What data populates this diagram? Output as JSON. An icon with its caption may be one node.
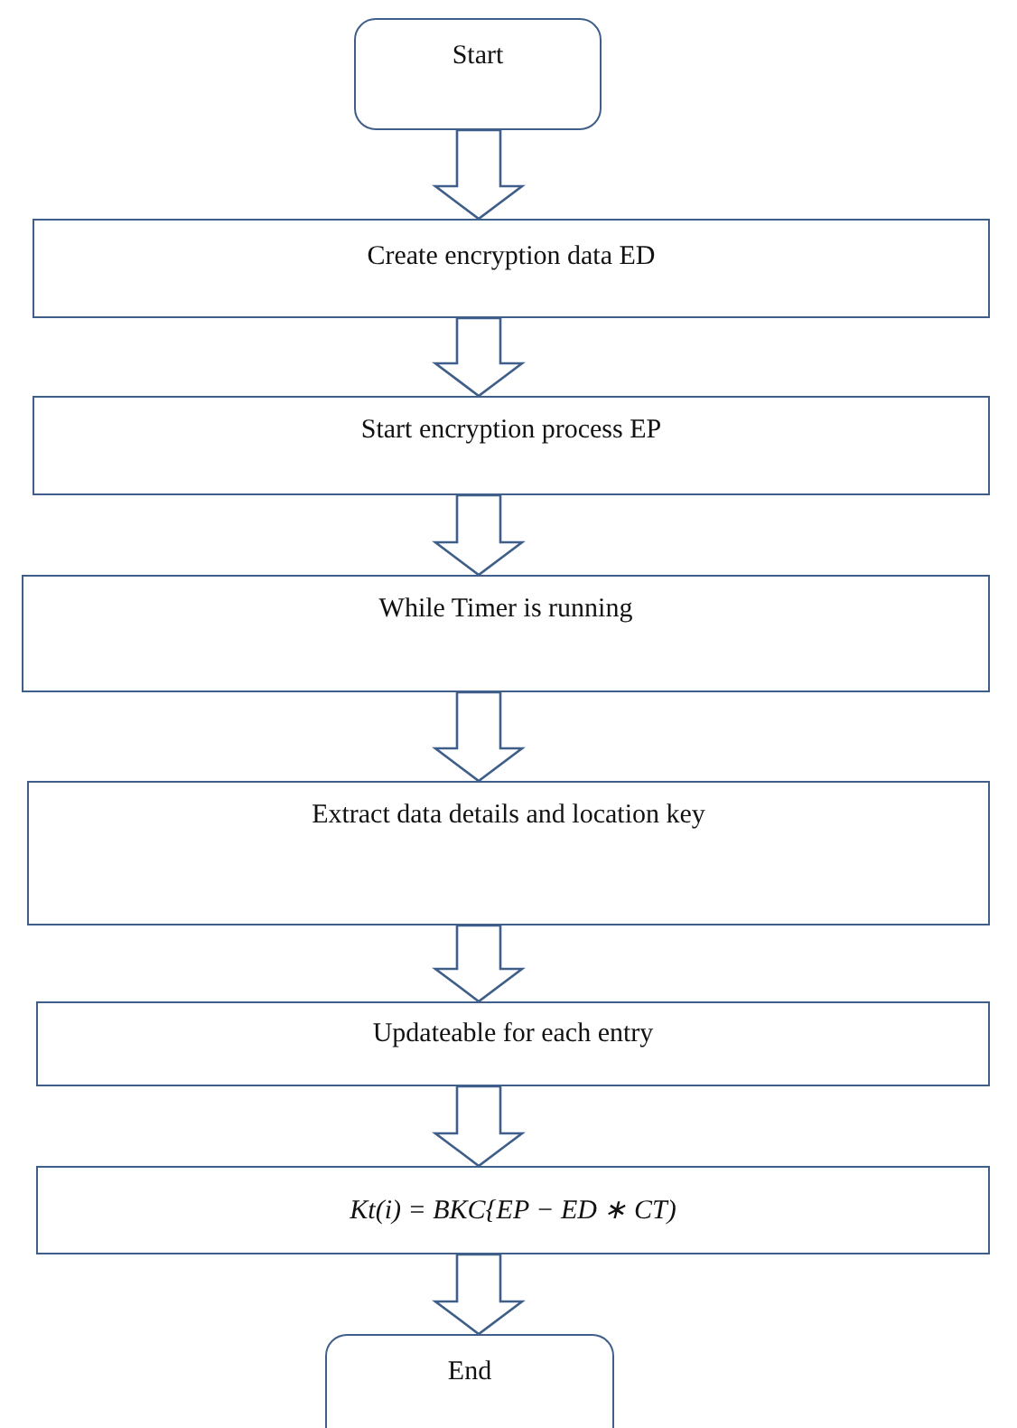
{
  "diagram": {
    "nodes": [
      {
        "text": [
          "Start"
        ]
      },
      {
        "text": [
          "Create encryption data ED"
        ]
      },
      {
        "text": [
          "Start encryption process EP"
        ]
      },
      {
        "text": [
          "While Timer is running"
        ]
      },
      {
        "text": [
          "Extract data details and location key"
        ]
      },
      {
        "text": [
          "Updateable for each entry"
        ]
      },
      {
        "text": [
          "Kt(i) = BKC{EP − ED ∗ CT)"
        ]
      },
      {
        "text": [
          "End"
        ]
      }
    ],
    "edges": [
      {
        "from": 0,
        "to": 1,
        "arrow": "to"
      },
      {
        "from": 1,
        "to": 2,
        "arrow": "to"
      },
      {
        "from": 2,
        "to": 3,
        "arrow": "to"
      },
      {
        "from": 3,
        "to": 4,
        "arrow": "to"
      },
      {
        "from": 4,
        "to": 5,
        "arrow": "to"
      },
      {
        "from": 5,
        "to": 6,
        "arrow": "to"
      },
      {
        "from": 6,
        "to": 7,
        "arrow": "to"
      }
    ]
  }
}
